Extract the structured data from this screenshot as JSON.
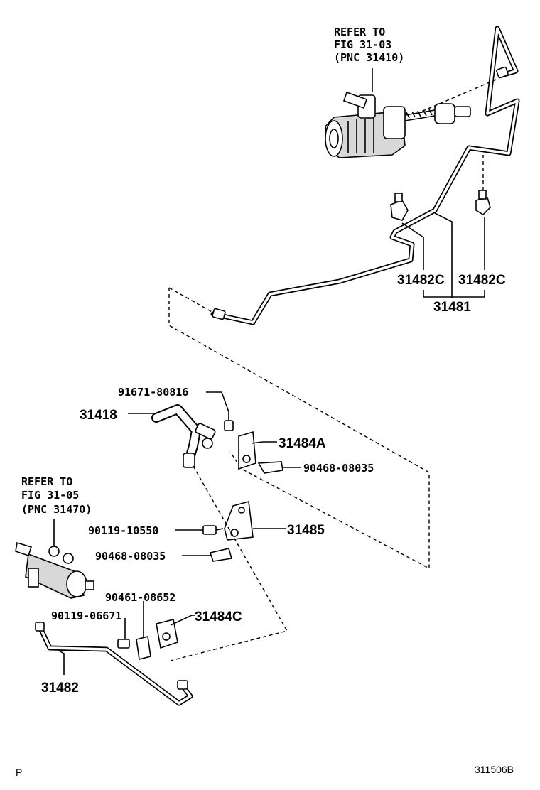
{
  "notes": {
    "refer_top": [
      "REFER TO",
      "FIG 31-03",
      "(PNC 31410)"
    ],
    "refer_left": [
      "REFER TO",
      "FIG 31-05",
      "(PNC 31470)"
    ]
  },
  "labels": {
    "p31482C_a": "31482C",
    "p31482C_b": "31482C",
    "p31481": "31481",
    "p91671": "91671-80816",
    "p31418": "31418",
    "p31484A": "31484A",
    "p90468_a": "90468-08035",
    "p90119_a": "90119-10550",
    "p31485": "31485",
    "p90468_b": "90468-08035",
    "p90461": "90461-08652",
    "p90119_b": "90119-06671",
    "p31484C": "31484C",
    "p31482": "31482"
  },
  "footer": {
    "left_code": "P",
    "figure_code": "311506B"
  }
}
